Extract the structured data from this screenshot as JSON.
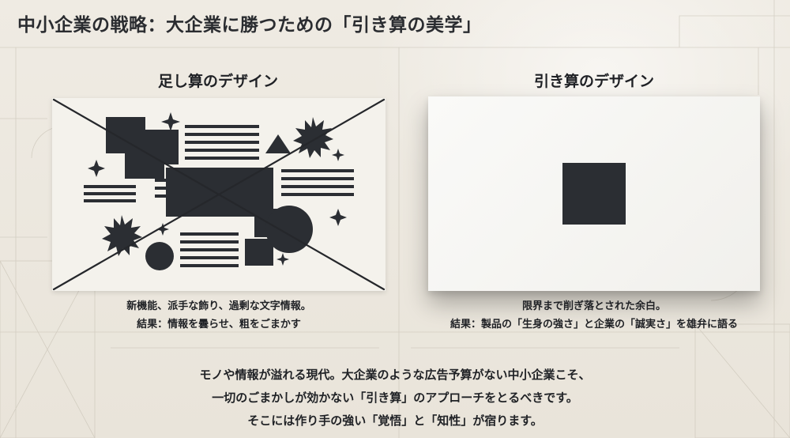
{
  "title": "中小企業の戦略：大企業に勝つための「引き算の美学」",
  "left_panel": {
    "heading": "足し算のデザイン",
    "caption_lines": [
      "新機能、派手な飾り、過剰な文字情報。",
      "結果：情報を曇らせ、粗をごまかす"
    ]
  },
  "right_panel": {
    "heading": "引き算のデザイン",
    "caption_lines": [
      "限界まで削ぎ落とされた余白。",
      "結果：製品の「生身の強さ」と企業の「誠実さ」を雄弁に語る"
    ]
  },
  "conclusion_lines": [
    "モノや情報が溢れる現代。大企業のような広告予算がない中小企業こそ、",
    "一切のごまかしが効かない「引き算」のアプローチをとるべきです。",
    "そこには作り手の強い「覚悟」と「知性」が宿ります。"
  ],
  "colors": {
    "ink": "#2b2e33",
    "background": "#ece8df",
    "card": "#f4f2ec"
  },
  "icons": {
    "cross_mark": "x-mark-icon",
    "starburst": "starburst-icon",
    "sparkle": "sparkle-icon"
  }
}
